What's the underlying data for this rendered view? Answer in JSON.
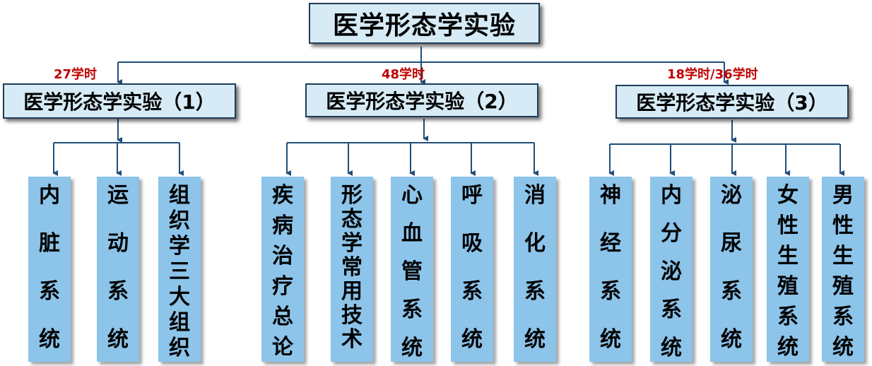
{
  "root": {
    "title": "医学形态学实验"
  },
  "sections": [
    {
      "title": "医学形态学实验（1）",
      "hours": "27学时",
      "leaves": [
        "内脏系统",
        "运动系统",
        "组织学三大组织"
      ]
    },
    {
      "title": "医学形态学实验（2）",
      "hours": "48学时",
      "leaves": [
        "疾病治疗总论",
        "形态学常用技术",
        "心血管系统",
        "呼吸系统",
        "消化系统"
      ]
    },
    {
      "title": "医学形态学实验（3）",
      "hours": "18学时/36学时",
      "leaves": [
        "神经系统",
        "内分泌系统",
        "泌尿系统",
        "女性生殖系统",
        "男性生殖系统"
      ]
    }
  ],
  "colors": {
    "line": "#1f4e79",
    "hours": "#c00000",
    "box_fill": "#d6ebf5",
    "leaf_fill": "#8cc4ea"
  }
}
